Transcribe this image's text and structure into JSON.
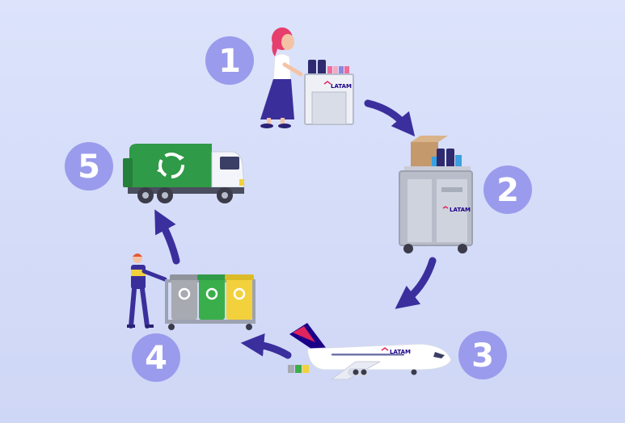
{
  "steps": [
    {
      "number": "1"
    },
    {
      "number": "2"
    },
    {
      "number": "3"
    },
    {
      "number": "4"
    },
    {
      "number": "5"
    }
  ],
  "brand": {
    "logo_text": "LATAM"
  },
  "colors": {
    "badge": "#9a9bec",
    "arrow": "#3b2f9e",
    "truck_green": "#2f9a47",
    "bin_gray": "#a7aab0",
    "bin_green": "#3aae4a",
    "bin_yellow": "#f2d13c",
    "latam_red": "#e0245e",
    "latam_navy": "#1b0088"
  },
  "icons": [
    "flight-attendant-icon",
    "catering-cart-icon",
    "airplane-icon",
    "recycling-bins-icon",
    "garbage-truck-icon",
    "recycle-icon",
    "arrow-icon"
  ]
}
